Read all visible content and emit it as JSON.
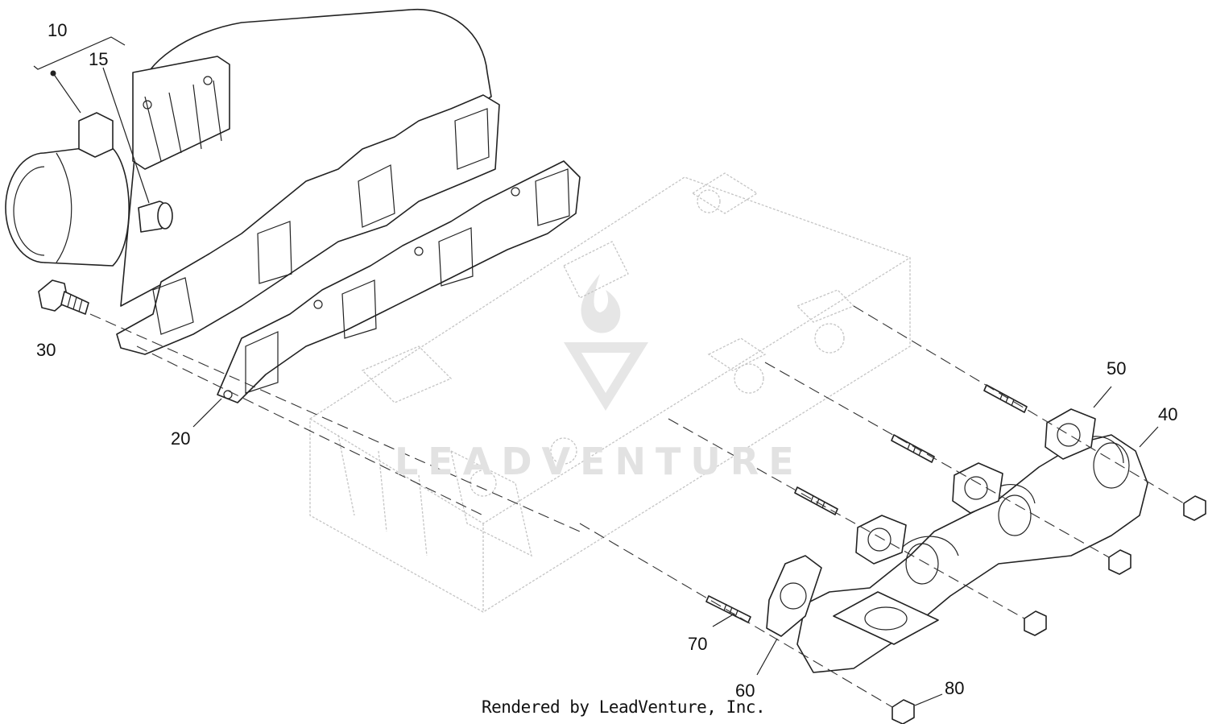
{
  "callouts": [
    {
      "id": "10",
      "label": "10"
    },
    {
      "id": "15",
      "label": "15"
    },
    {
      "id": "20",
      "label": "20"
    },
    {
      "id": "30",
      "label": "30"
    },
    {
      "id": "40",
      "label": "40"
    },
    {
      "id": "50",
      "label": "50"
    },
    {
      "id": "60",
      "label": "60"
    },
    {
      "id": "70",
      "label": "70"
    },
    {
      "id": "80",
      "label": "80"
    }
  ],
  "footer": {
    "text": "Rendered by LeadVenture, Inc."
  },
  "watermark": {
    "text": "LEADVENTURE"
  }
}
